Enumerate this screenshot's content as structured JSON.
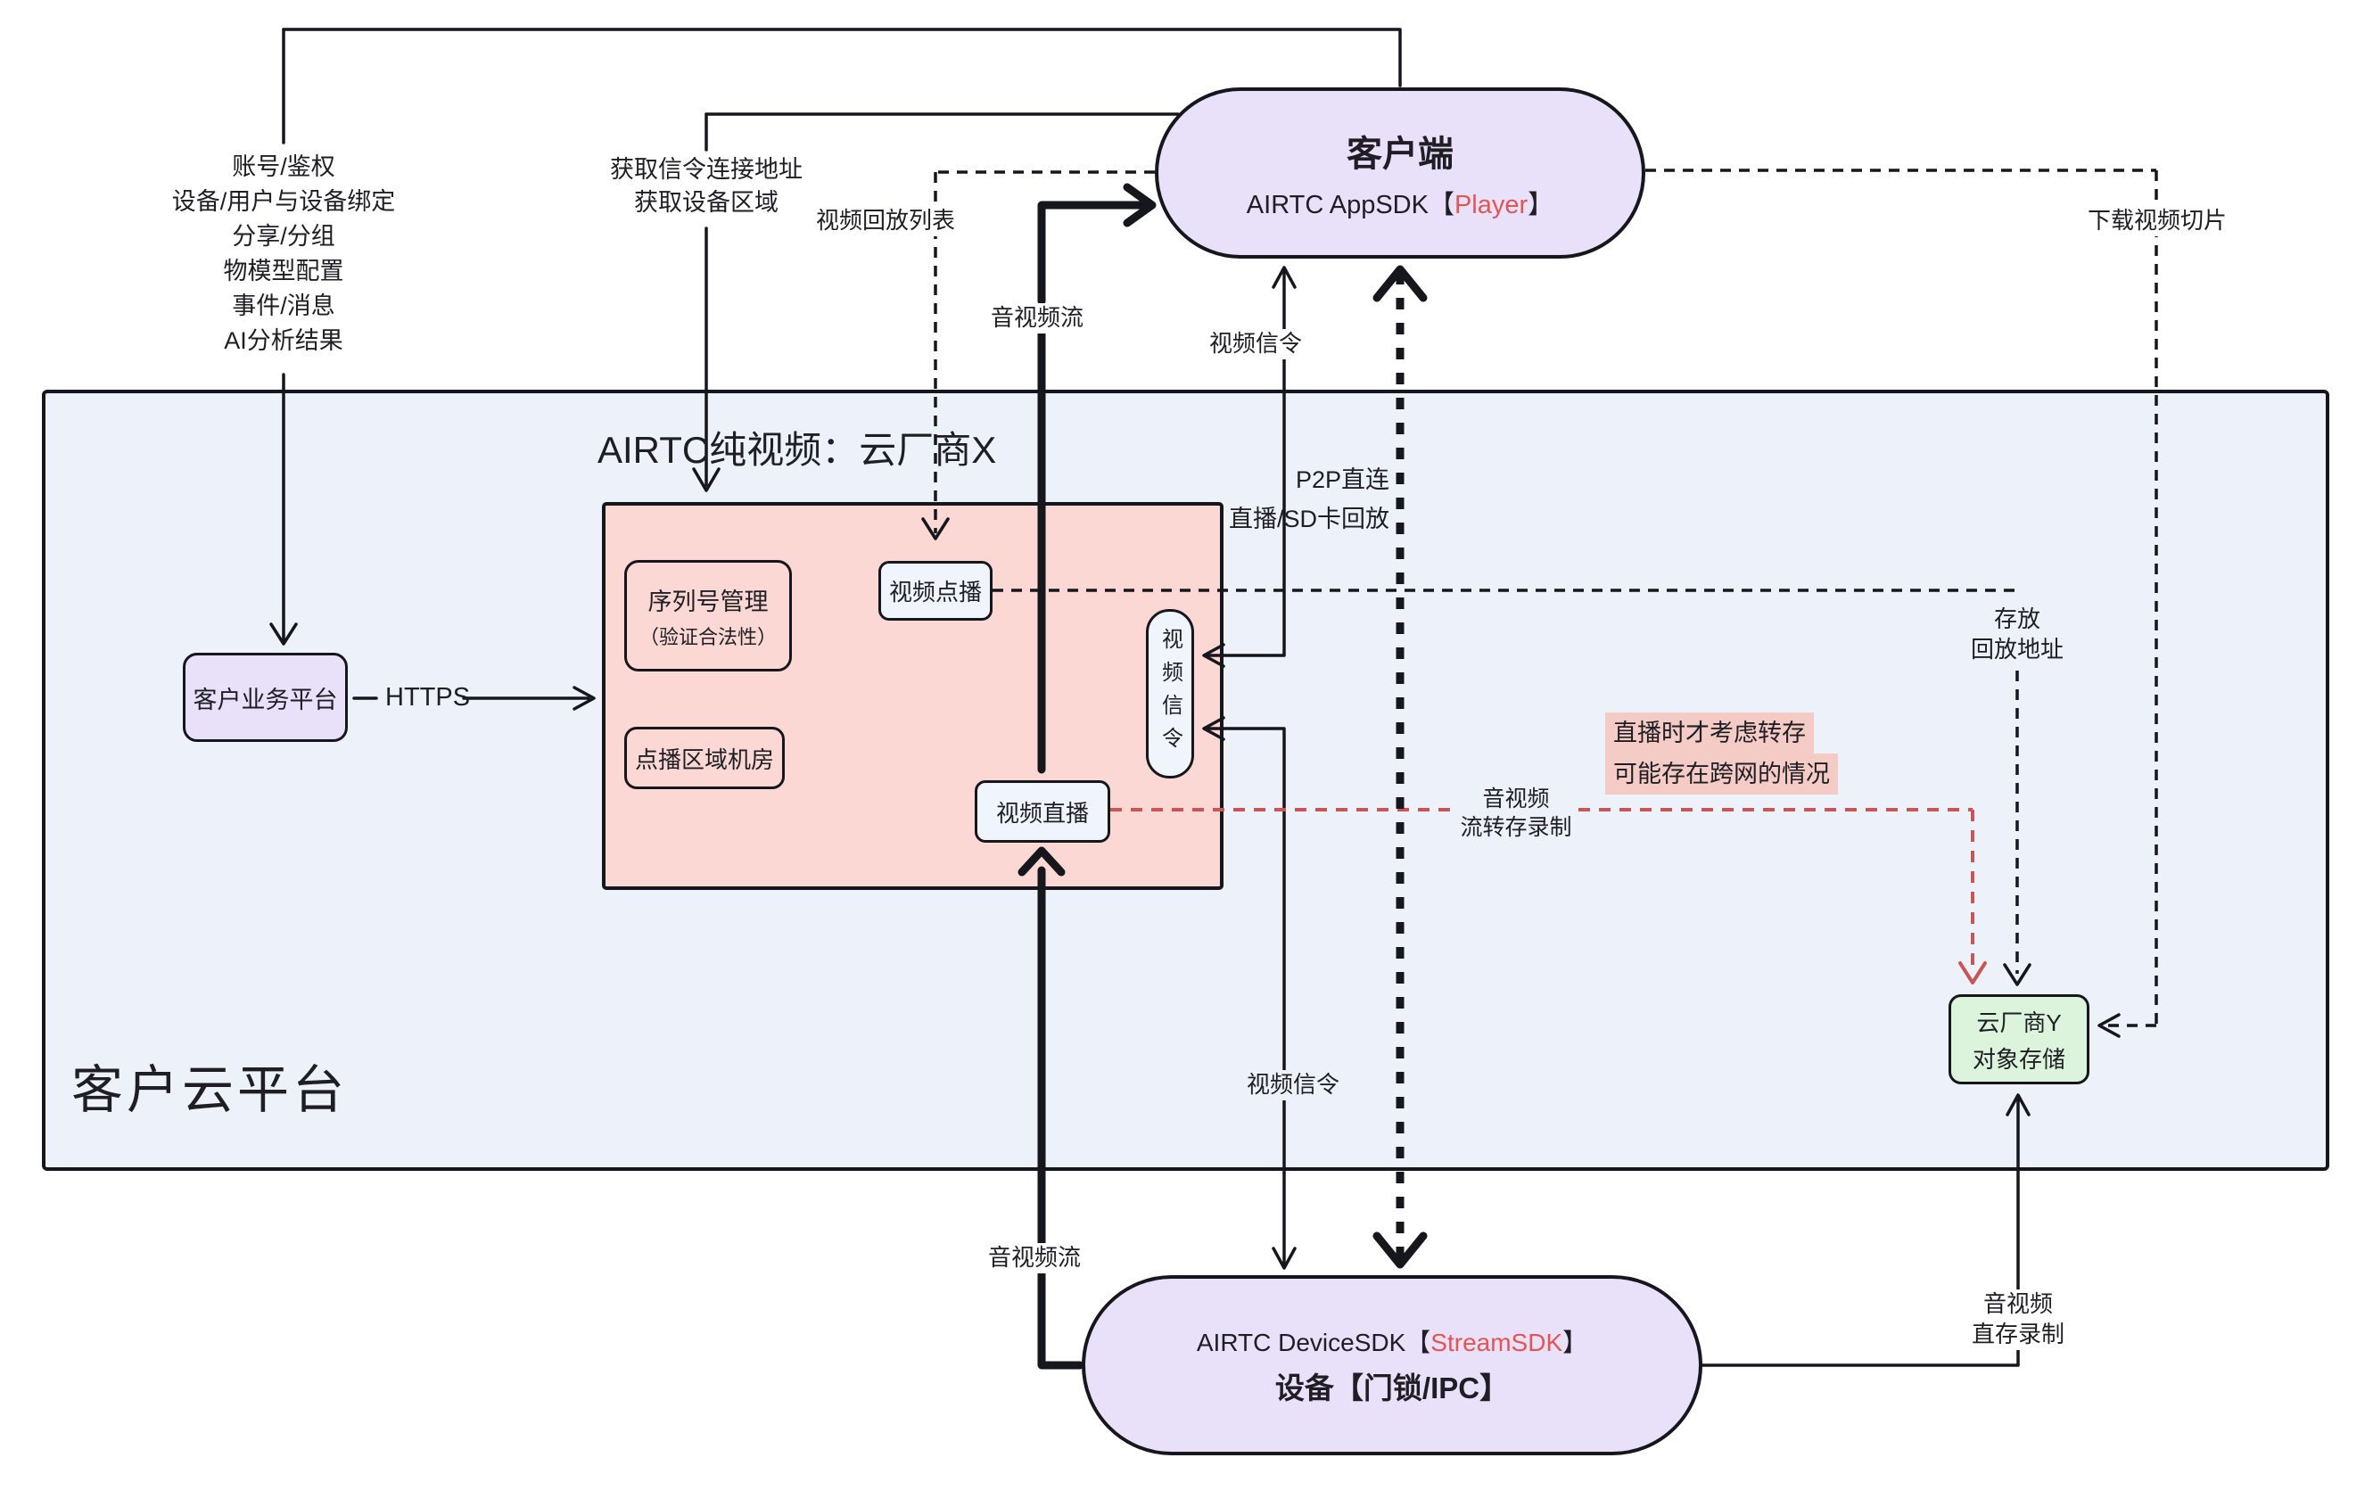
{
  "colors": {
    "stroke": "#16161d",
    "red_line": "#c65757",
    "red_text": "#e05555",
    "cloud_fill": "#edf1fa",
    "vendor_fill": "#fbd8d3",
    "node_fill": "#e9e0f9",
    "service_fill": "#f0f4fc",
    "storage_fill": "#dcf3dc",
    "highlight_fill": "#f5cbc6"
  },
  "client": {
    "title": "客户端",
    "sdk_prefix": "AIRTC AppSDK【",
    "sdk_red": "Player",
    "sdk_suffix": "】"
  },
  "device": {
    "sdk_prefix": "AIRTC DeviceSDK【",
    "sdk_red": "StreamSDK",
    "sdk_suffix": "】",
    "title": "设备【门锁/IPC】"
  },
  "cloud": {
    "label": "客户云平台",
    "vendor_x_title": "AIRTC纯视频：云厂商X"
  },
  "boxes": {
    "business": "客户业务平台",
    "serial_line1": "序列号管理",
    "serial_line2": "（验证合法性）",
    "vod_room": "点播区域机房",
    "vod": "视频点播",
    "live": "视频直播",
    "signal": "视频信令",
    "storage_line1": "云厂商Y",
    "storage_line2": "对象存储"
  },
  "labels": {
    "left_list": [
      "账号/鉴权",
      "设备/用户与设备绑定",
      "分享/分组",
      "物模型配置",
      "事件/消息",
      "AI分析结果"
    ],
    "get_signal_line1": "获取信令连接地址",
    "get_signal_line2": "获取设备区域",
    "playback_list": "视频回放列表",
    "av_stream_top": "音视频流",
    "av_stream_bottom": "音视频流",
    "video_signal_top": "视频信令",
    "video_signal_bottom": "视频信令",
    "p2p_line1": "P2P直连",
    "p2p_line2": "直播/SD卡回放",
    "https": "HTTPS",
    "download": "下载视频切片",
    "store_line1": "存放",
    "store_line2": "回放地址",
    "transfer_line1": "音视频",
    "transfer_line2": "流转存录制",
    "note_line1": "直播时才考虑转存",
    "note_line2": "可能存在跨网的情况",
    "direct_store_line1": "音视频",
    "direct_store_line2": "直存录制"
  }
}
